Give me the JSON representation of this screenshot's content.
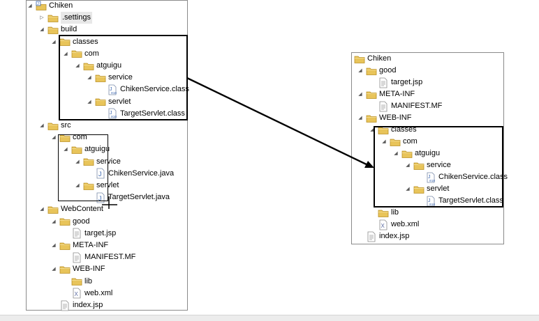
{
  "left_tree": {
    "rows": [
      {
        "label": "Chiken",
        "icon": "project-icon",
        "twisty": "open"
      },
      {
        "label": ".settings",
        "icon": "folder-icon",
        "twisty": "closed"
      },
      {
        "label": "build",
        "icon": "folder-icon",
        "twisty": "open"
      },
      {
        "label": "classes",
        "icon": "folder-icon",
        "twisty": "open"
      },
      {
        "label": "com",
        "icon": "folder-icon",
        "twisty": "open"
      },
      {
        "label": "atguigu",
        "icon": "folder-icon",
        "twisty": "open"
      },
      {
        "label": "service",
        "icon": "folder-icon",
        "twisty": "open"
      },
      {
        "label": "ChikenService.class",
        "icon": "class-file-icon",
        "twisty": "none"
      },
      {
        "label": "servlet",
        "icon": "folder-icon",
        "twisty": "open"
      },
      {
        "label": "TargetServlet.class",
        "icon": "class-file-icon",
        "twisty": "none"
      },
      {
        "label": "src",
        "icon": "folder-icon",
        "twisty": "open"
      },
      {
        "label": "com",
        "icon": "folder-icon",
        "twisty": "open"
      },
      {
        "label": "atguigu",
        "icon": "folder-icon",
        "twisty": "open"
      },
      {
        "label": "service",
        "icon": "folder-icon",
        "twisty": "open"
      },
      {
        "label": "ChikenService.java",
        "icon": "java-file-icon",
        "twisty": "none"
      },
      {
        "label": "servlet",
        "icon": "folder-icon",
        "twisty": "open"
      },
      {
        "label": "TargetServlet.java",
        "icon": "java-file-icon",
        "twisty": "none"
      },
      {
        "label": "WebContent",
        "icon": "folder-icon",
        "twisty": "open"
      },
      {
        "label": "good",
        "icon": "folder-icon",
        "twisty": "open"
      },
      {
        "label": "target.jsp",
        "icon": "jsp-file-icon",
        "twisty": "none"
      },
      {
        "label": "META-INF",
        "icon": "folder-icon",
        "twisty": "open"
      },
      {
        "label": "MANIFEST.MF",
        "icon": "text-file-icon",
        "twisty": "none"
      },
      {
        "label": "WEB-INF",
        "icon": "folder-icon",
        "twisty": "open"
      },
      {
        "label": "lib",
        "icon": "folder-icon",
        "twisty": "none"
      },
      {
        "label": "web.xml",
        "icon": "xml-file-icon",
        "twisty": "none"
      },
      {
        "label": "index.jsp",
        "icon": "jsp-file-icon",
        "twisty": "none"
      }
    ]
  },
  "right_tree": {
    "rows": [
      {
        "label": "Chiken",
        "icon": "folder-icon",
        "twisty": "none"
      },
      {
        "label": "good",
        "icon": "folder-icon",
        "twisty": "open"
      },
      {
        "label": "target.jsp",
        "icon": "jsp-file-icon",
        "twisty": "none"
      },
      {
        "label": "META-INF",
        "icon": "folder-icon",
        "twisty": "open"
      },
      {
        "label": "MANIFEST.MF",
        "icon": "text-file-icon",
        "twisty": "none"
      },
      {
        "label": "WEB-INF",
        "icon": "folder-icon",
        "twisty": "open"
      },
      {
        "label": "classes",
        "icon": "folder-icon",
        "twisty": "open"
      },
      {
        "label": "com",
        "icon": "folder-icon",
        "twisty": "open"
      },
      {
        "label": "atguigu",
        "icon": "folder-icon",
        "twisty": "open"
      },
      {
        "label": "service",
        "icon": "folder-icon",
        "twisty": "open"
      },
      {
        "label": "ChikenService.class",
        "icon": "class-file-icon",
        "twisty": "none"
      },
      {
        "label": "servlet",
        "icon": "folder-icon",
        "twisty": "open"
      },
      {
        "label": "TargetServlet.class",
        "icon": "class-file-icon",
        "twisty": "none"
      },
      {
        "label": "lib",
        "icon": "folder-icon",
        "twisty": "none"
      },
      {
        "label": "web.xml",
        "icon": "xml-file-icon",
        "twisty": "none"
      },
      {
        "label": "index.jsp",
        "icon": "jsp-file-icon",
        "twisty": "none"
      }
    ]
  },
  "colors": {
    "folder": "#e8c45a",
    "folder_dark": "#b98f22",
    "java_blue": "#3a66b0",
    "box": "#000000"
  }
}
